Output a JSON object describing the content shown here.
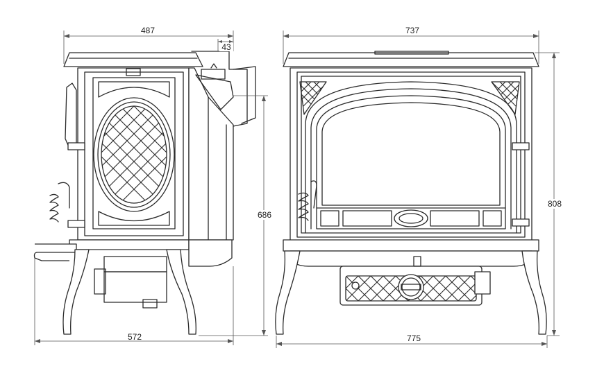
{
  "dimensions": {
    "side_top_width": "487",
    "side_offset": "43",
    "side_height": "686",
    "side_bottom_width": "572",
    "front_top_width": "737",
    "front_height": "808",
    "front_bottom_width": "775"
  },
  "colors": {
    "line": "#2a2a2a",
    "dimension_line": "#555555",
    "background": "#ffffff"
  }
}
